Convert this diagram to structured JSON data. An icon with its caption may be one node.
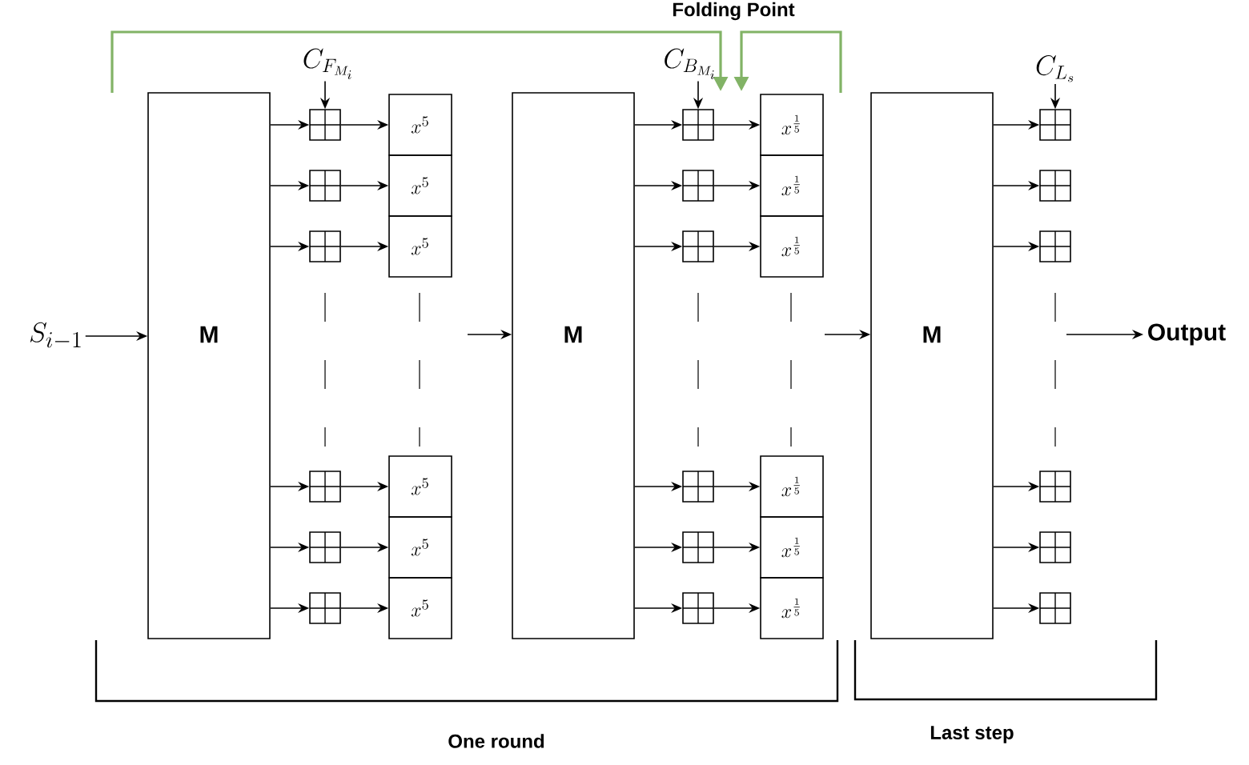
{
  "diagram": {
    "nodes": [
      {
        "text": [
          "S_{i-1}"
        ]
      },
      {
        "text": [
          "M"
        ]
      },
      {
        "text": [
          "C_{F_{M_i}}"
        ]
      },
      {
        "text": [],
        "shape": "box"
      },
      {
        "text": [],
        "shape": "box"
      },
      {
        "text": [],
        "shape": "box"
      },
      {
        "text": [],
        "shape": "box"
      },
      {
        "text": [],
        "shape": "box"
      },
      {
        "text": [],
        "shape": "box"
      },
      {
        "text": [
          "x^{5}"
        ]
      },
      {
        "text": [
          "x^{5}"
        ]
      },
      {
        "text": [
          "x^{5}"
        ]
      },
      {
        "text": [
          "x^{5}"
        ]
      },
      {
        "text": [
          "x^{5}"
        ]
      },
      {
        "text": [
          "x^{5}"
        ]
      },
      {
        "text": [
          "M"
        ]
      },
      {
        "text": [
          "C_{B_{M_i}}"
        ]
      },
      {
        "text": [],
        "shape": "box"
      },
      {
        "text": [],
        "shape": "box"
      },
      {
        "text": [],
        "shape": "box"
      },
      {
        "text": [],
        "shape": "box"
      },
      {
        "text": [],
        "shape": "box"
      },
      {
        "text": [],
        "shape": "box"
      },
      {
        "text": [
          "x^{\\frac{1}{5}}"
        ]
      },
      {
        "text": [
          "x^{\\frac{1}{5}}"
        ]
      },
      {
        "text": [
          "x^{\\frac{1}{5}}"
        ]
      },
      {
        "text": [
          "x^{\\frac{1}{5}}"
        ]
      },
      {
        "text": [
          "x^{\\frac{1}{5}}"
        ]
      },
      {
        "text": [
          "x^{\\frac{1}{5}}"
        ]
      },
      {
        "text": [
          "M"
        ]
      },
      {
        "text": [
          "C_{L_s}"
        ]
      },
      {
        "text": [],
        "shape": "box"
      },
      {
        "text": [],
        "shape": "box"
      },
      {
        "text": [],
        "shape": "box"
      },
      {
        "text": [],
        "shape": "box"
      },
      {
        "text": [],
        "shape": "box"
      },
      {
        "text": [],
        "shape": "box"
      },
      {
        "text": [
          "Output"
        ]
      }
    ],
    "edges": [
      {
        "from": 0,
        "to": 1,
        "arrow": "to"
      },
      {
        "from": 1,
        "to": 3,
        "arrow": "to"
      },
      {
        "from": 1,
        "to": 4,
        "arrow": "to"
      },
      {
        "from": 1,
        "to": 5,
        "arrow": "to"
      },
      {
        "from": 1,
        "to": 6,
        "arrow": "to"
      },
      {
        "from": 1,
        "to": 7,
        "arrow": "to"
      },
      {
        "from": 1,
        "to": 8,
        "arrow": "to"
      },
      {
        "from": 2,
        "to": 3,
        "arrow": "to"
      },
      {
        "from": 3,
        "to": 9,
        "arrow": "to"
      },
      {
        "from": 4,
        "to": 10,
        "arrow": "to"
      },
      {
        "from": 5,
        "to": 11,
        "arrow": "to"
      },
      {
        "from": 6,
        "to": 12,
        "arrow": "to"
      },
      {
        "from": 7,
        "to": 13,
        "arrow": "to"
      },
      {
        "from": 8,
        "to": 14,
        "arrow": "to"
      },
      {
        "from": null,
        "to": 15,
        "arrow": "to"
      },
      {
        "from": 15,
        "to": 17,
        "arrow": "to"
      },
      {
        "from": 15,
        "to": 18,
        "arrow": "to"
      },
      {
        "from": 15,
        "to": 19,
        "arrow": "to"
      },
      {
        "from": 15,
        "to": 20,
        "arrow": "to"
      },
      {
        "from": 15,
        "to": 21,
        "arrow": "to"
      },
      {
        "from": 15,
        "to": 22,
        "arrow": "to"
      },
      {
        "from": 16,
        "to": 17,
        "arrow": "to"
      },
      {
        "from": 17,
        "to": 23,
        "arrow": "to"
      },
      {
        "from": 18,
        "to": 24,
        "arrow": "to"
      },
      {
        "from": 19,
        "to": 25,
        "arrow": "to"
      },
      {
        "from": 20,
        "to": 26,
        "arrow": "to"
      },
      {
        "from": 21,
        "to": 27,
        "arrow": "to"
      },
      {
        "from": 22,
        "to": 28,
        "arrow": "to"
      },
      {
        "from": null,
        "to": 29,
        "arrow": "to"
      },
      {
        "from": 29,
        "to": 31,
        "arrow": "to"
      },
      {
        "from": 29,
        "to": 32,
        "arrow": "to"
      },
      {
        "from": 29,
        "to": 33,
        "arrow": "to"
      },
      {
        "from": 29,
        "to": 34,
        "arrow": "to"
      },
      {
        "from": 29,
        "to": 35,
        "arrow": "to"
      },
      {
        "from": 29,
        "to": 36,
        "arrow": "to"
      },
      {
        "from": 30,
        "to": 31,
        "arrow": "to"
      },
      {
        "from": null,
        "to": 37,
        "arrow": "to"
      }
    ],
    "labels": [
      "Folding Point",
      "One round",
      "Last step"
    ]
  }
}
